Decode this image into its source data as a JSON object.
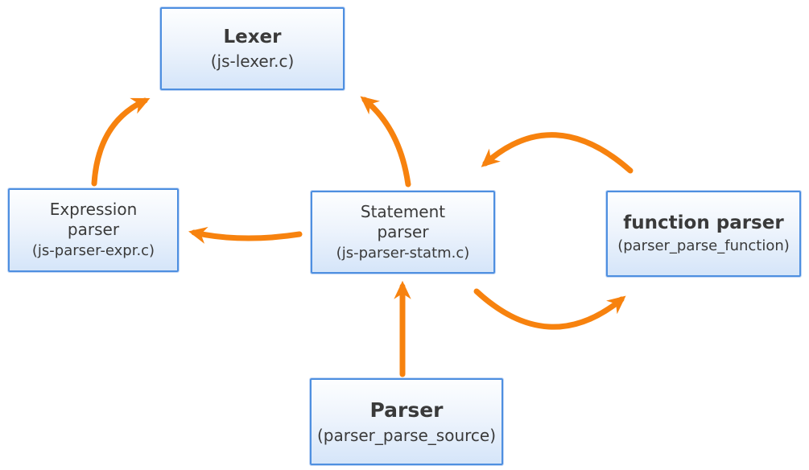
{
  "diagram": {
    "type": "module-call-graph",
    "background_color": "#ffffff",
    "arrow_color": "#f7820e",
    "box_border_color": "#4e8fe0",
    "box_fill_top": "#fdfeff",
    "box_fill_bottom": "#d5e5f9",
    "text_color": "#3a3a3a",
    "nodes": {
      "lexer": {
        "title": "Lexer",
        "code": "(js-lexer.c)"
      },
      "expression": {
        "title_line1": "Expression",
        "title_line2": "parser",
        "code": "(js-parser-expr.c)"
      },
      "statement": {
        "title_line1": "Statement",
        "title_line2": "parser",
        "code": "(js-parser-statm.c)"
      },
      "function": {
        "title": "function parser",
        "code": "(parser_parse_function)"
      },
      "parser": {
        "title": "Parser",
        "code": "(parser_parse_source)"
      }
    },
    "edges": [
      {
        "from": "expression",
        "to": "lexer"
      },
      {
        "from": "statement",
        "to": "lexer"
      },
      {
        "from": "statement",
        "to": "expression"
      },
      {
        "from": "function",
        "to": "statement"
      },
      {
        "from": "statement",
        "to": "function"
      },
      {
        "from": "parser",
        "to": "statement"
      }
    ]
  }
}
